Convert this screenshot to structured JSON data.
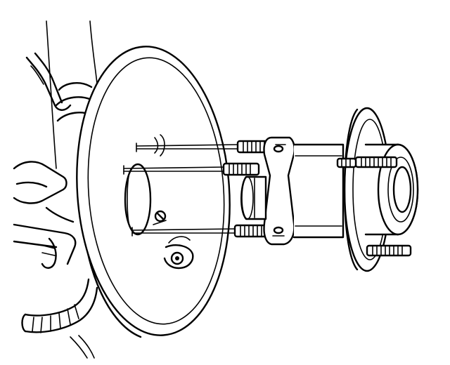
{
  "colors": {
    "ink": "#000000",
    "paper": "#ffffff"
  },
  "diagram": {
    "kind": "exploded-line-drawing",
    "subject_icons": [
      "backing-plate-icon",
      "wheel-hub-bearing-icon",
      "bolt-icon",
      "wheel-stud-icon",
      "knuckle-icon",
      "wire-harness-icon"
    ],
    "bolt_count": 3,
    "wheel_stud_count": 3
  }
}
